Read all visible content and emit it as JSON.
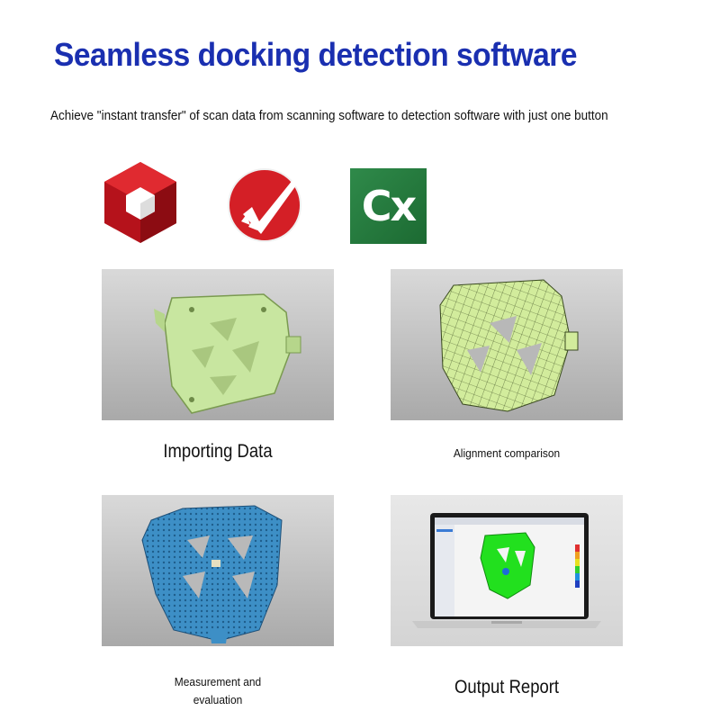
{
  "header": {
    "title": "Seamless docking detection software",
    "subtitle": "Achieve \"instant transfer\" of scan data from scanning software to detection software with just one button"
  },
  "logos": [
    {
      "icon": "red-cube-logo-icon",
      "color": "#c8161d"
    },
    {
      "icon": "red-check-logo-icon",
      "color": "#d41f26"
    },
    {
      "icon": "cx-logo-icon",
      "text": "Cx",
      "color": "#2f8a4a"
    }
  ],
  "steps": [
    {
      "label": "Importing Data",
      "image": "green-cad-part-image"
    },
    {
      "label": "Alignment comparison",
      "image": "green-mesh-part-image"
    },
    {
      "label_line1": "Measurement and",
      "label_line2": "evaluation",
      "image": "blue-scan-part-image"
    },
    {
      "label": "Output Report",
      "image": "laptop-report-image"
    }
  ],
  "colors": {
    "title": "#1a2fb0",
    "part_green": "#c8e6a0",
    "part_blue": "#3d8fc6",
    "heatmap_green": "#22e01e"
  }
}
